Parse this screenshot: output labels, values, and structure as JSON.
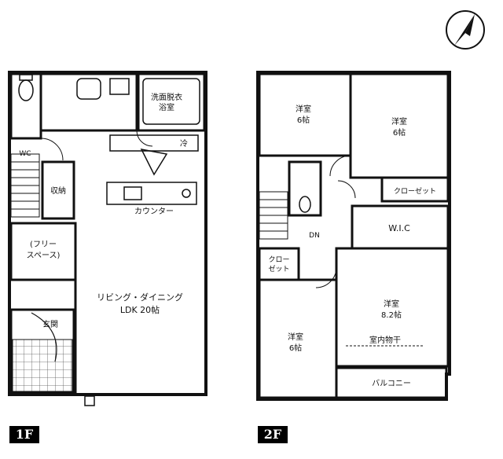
{
  "floors": [
    {
      "badge": "1F",
      "rooms": {
        "wash": "洗面脱衣",
        "wash_sub": "浴室",
        "storage": "収納",
        "free_space_l1": "(フリー",
        "free_space_l2": "スペース)",
        "entrance": "玄関",
        "counter": "カウンター",
        "living_l1": "リビング・ダイニング",
        "living_l2": "LDK 20帖",
        "wc": "WC",
        "fridge": "冷"
      }
    },
    {
      "badge": "2F",
      "rooms": {
        "west1_l1": "洋室",
        "west1_l2": "6帖",
        "west2_l1": "洋室",
        "west2_l2": "6帖",
        "closet_r": "クローゼット",
        "wic": "W.I.C",
        "closet_l_l1": "クロー",
        "closet_l_l2": "ゼット",
        "dn": "DN",
        "west3_l1": "洋室",
        "west3_l2": "8.2帖",
        "indoor_dry": "室内物干",
        "west4_l1": "洋室",
        "west4_l2": "6帖",
        "balcony": "バルコニー"
      }
    }
  ],
  "compass": "north-arrow-icon"
}
